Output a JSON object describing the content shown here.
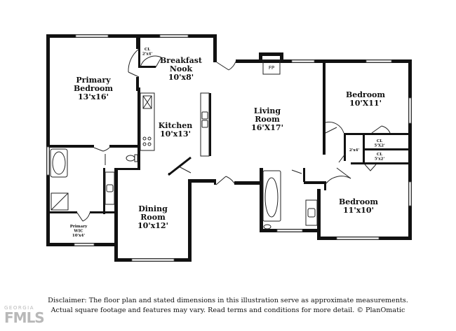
{
  "rooms": {
    "primary_bedroom": {
      "name": "Primary\nBedroom",
      "dims": "13'x16'"
    },
    "breakfast_nook": {
      "name": "Breakfast\nNook",
      "dims": "10'x8'"
    },
    "kitchen": {
      "name": "Kitchen",
      "dims": "10'x13'"
    },
    "living_room": {
      "name": "Living\nRoom",
      "dims": "16'X17'"
    },
    "bedroom_2": {
      "name": "Bedroom",
      "dims": "10'X11'"
    },
    "bedroom_3": {
      "name": "Bedroom",
      "dims": "11'x10'"
    },
    "dining_room": {
      "name": "Dining\nRoom",
      "dims": "10'x12'"
    },
    "primary_wic": {
      "name": "Primary\nWIC",
      "dims": "10'x4'"
    },
    "closet_nook": {
      "name": "CL",
      "dims": "2'x4'"
    },
    "closet_bed2": {
      "name": "CL",
      "dims": "5'X2'"
    },
    "closet_bed3": {
      "name": "CL",
      "dims": "5'x2'"
    },
    "closet_hall": {
      "name": "",
      "dims": "2'x4'"
    }
  },
  "fireplace_label": "FP",
  "disclaimer": {
    "line1": "Disclaimer: The floor plan and stated dimensions in this illustration serve as approximate measurements.",
    "line2": "Actual square footage and features may vary. Read terms and conditions for more detail. © PlanOmatic"
  },
  "watermark": {
    "top": "GEORGIA",
    "bottom": "FMLS"
  }
}
